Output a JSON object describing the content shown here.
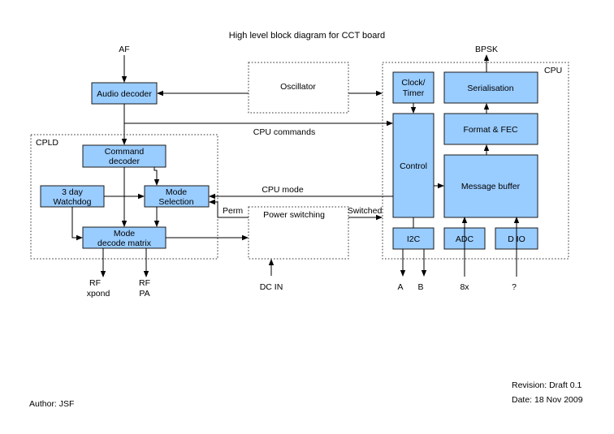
{
  "title": "High level block diagram for CCT board",
  "groups": {
    "cpld": "CPLD",
    "cpu": "CPU"
  },
  "blocks": {
    "audio_decoder": "Audio decoder",
    "command_decoder": [
      "Command",
      "decoder"
    ],
    "watchdog": [
      "3 day",
      "Watchdog"
    ],
    "mode_selection": [
      "Mode",
      "Selection"
    ],
    "mode_decode_matrix": [
      "Mode",
      "decode  matrix"
    ],
    "oscillator": "Oscillator",
    "power_switching": "Power switching",
    "clock_timer": [
      "Clock/",
      "Timer"
    ],
    "control": "Control",
    "i2c": "I2C",
    "serialisation": "Serialisation",
    "format_fec": "Format & FEC",
    "message_buffer": "Message buffer",
    "adc": "ADC",
    "dio": "D IO"
  },
  "signals": {
    "af": "AF",
    "bpsk": "BPSK",
    "cpu_commands": "CPU  commands",
    "cpu_mode": "CPU mode",
    "perm": "Perm",
    "switched": "Switched",
    "rf_xpond": [
      "RF",
      "xpond"
    ],
    "rf_pa": [
      "RF",
      "PA"
    ],
    "dc_in": "DC IN",
    "a": "A",
    "b": "B",
    "adc_in": "8x",
    "dio_in": "?"
  },
  "footer": {
    "revision": "Revision:  Draft 0.1",
    "date": "Date:  18 Nov 2009",
    "author": "Author:  JSF"
  }
}
